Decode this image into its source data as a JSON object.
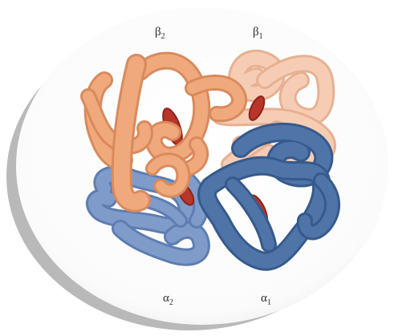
{
  "labels": {
    "beta2": {
      "symbol": "β",
      "index": "2"
    },
    "beta1": {
      "symbol": "β",
      "index": "1"
    },
    "alpha2": {
      "symbol": "α",
      "index": "2"
    },
    "alpha1": {
      "symbol": "α",
      "index": "1"
    }
  },
  "colors": {
    "beta2": "#f0a97c",
    "beta2_dark": "#d98a5c",
    "beta1": "#f6cdb4",
    "beta1_dark": "#e6b192",
    "alpha2": "#7f9bca",
    "alpha2_dark": "#5e7db0",
    "alpha1": "#4f74a8",
    "alpha1_dark": "#375a8c",
    "heme": "#b8352a",
    "disc_shadow": "#b9b9b9"
  }
}
